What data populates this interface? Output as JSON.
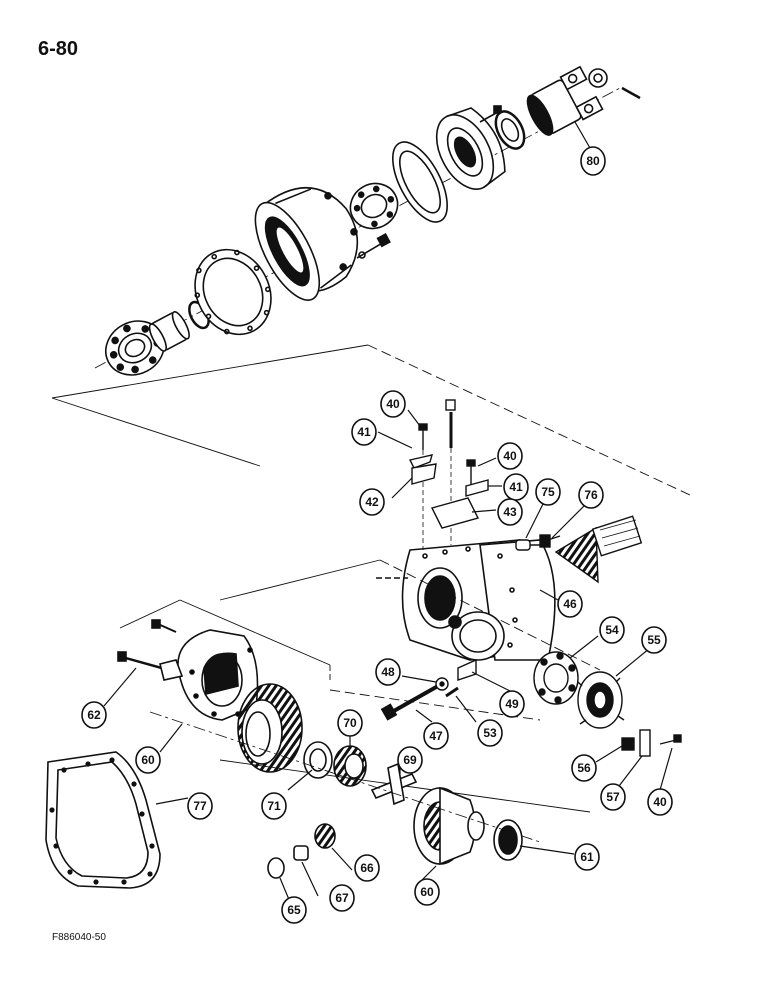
{
  "page": {
    "number": "6-80",
    "figure_code": "F886040-50"
  },
  "colors": {
    "ink": "#111111",
    "paper": "#ffffff"
  },
  "callouts": [
    {
      "id": "c80",
      "label": "80"
    },
    {
      "id": "c40a",
      "label": "40"
    },
    {
      "id": "c41a",
      "label": "41"
    },
    {
      "id": "c40b",
      "label": "40"
    },
    {
      "id": "c41b",
      "label": "41"
    },
    {
      "id": "c42",
      "label": "42"
    },
    {
      "id": "c43",
      "label": "43"
    },
    {
      "id": "c75",
      "label": "75"
    },
    {
      "id": "c76",
      "label": "76"
    },
    {
      "id": "c46",
      "label": "46"
    },
    {
      "id": "c54",
      "label": "54"
    },
    {
      "id": "c55",
      "label": "55"
    },
    {
      "id": "c48",
      "label": "48"
    },
    {
      "id": "c49",
      "label": "49"
    },
    {
      "id": "c47",
      "label": "47"
    },
    {
      "id": "c53",
      "label": "53"
    },
    {
      "id": "c62",
      "label": "62"
    },
    {
      "id": "c60a",
      "label": "60"
    },
    {
      "id": "c70",
      "label": "70"
    },
    {
      "id": "c69",
      "label": "69"
    },
    {
      "id": "c71",
      "label": "71"
    },
    {
      "id": "c77",
      "label": "77"
    },
    {
      "id": "c56",
      "label": "56"
    },
    {
      "id": "c57",
      "label": "57"
    },
    {
      "id": "c40c",
      "label": "40"
    },
    {
      "id": "c66",
      "label": "66"
    },
    {
      "id": "c60b",
      "label": "60"
    },
    {
      "id": "c61",
      "label": "61"
    },
    {
      "id": "c67",
      "label": "67"
    },
    {
      "id": "c65",
      "label": "65"
    }
  ]
}
